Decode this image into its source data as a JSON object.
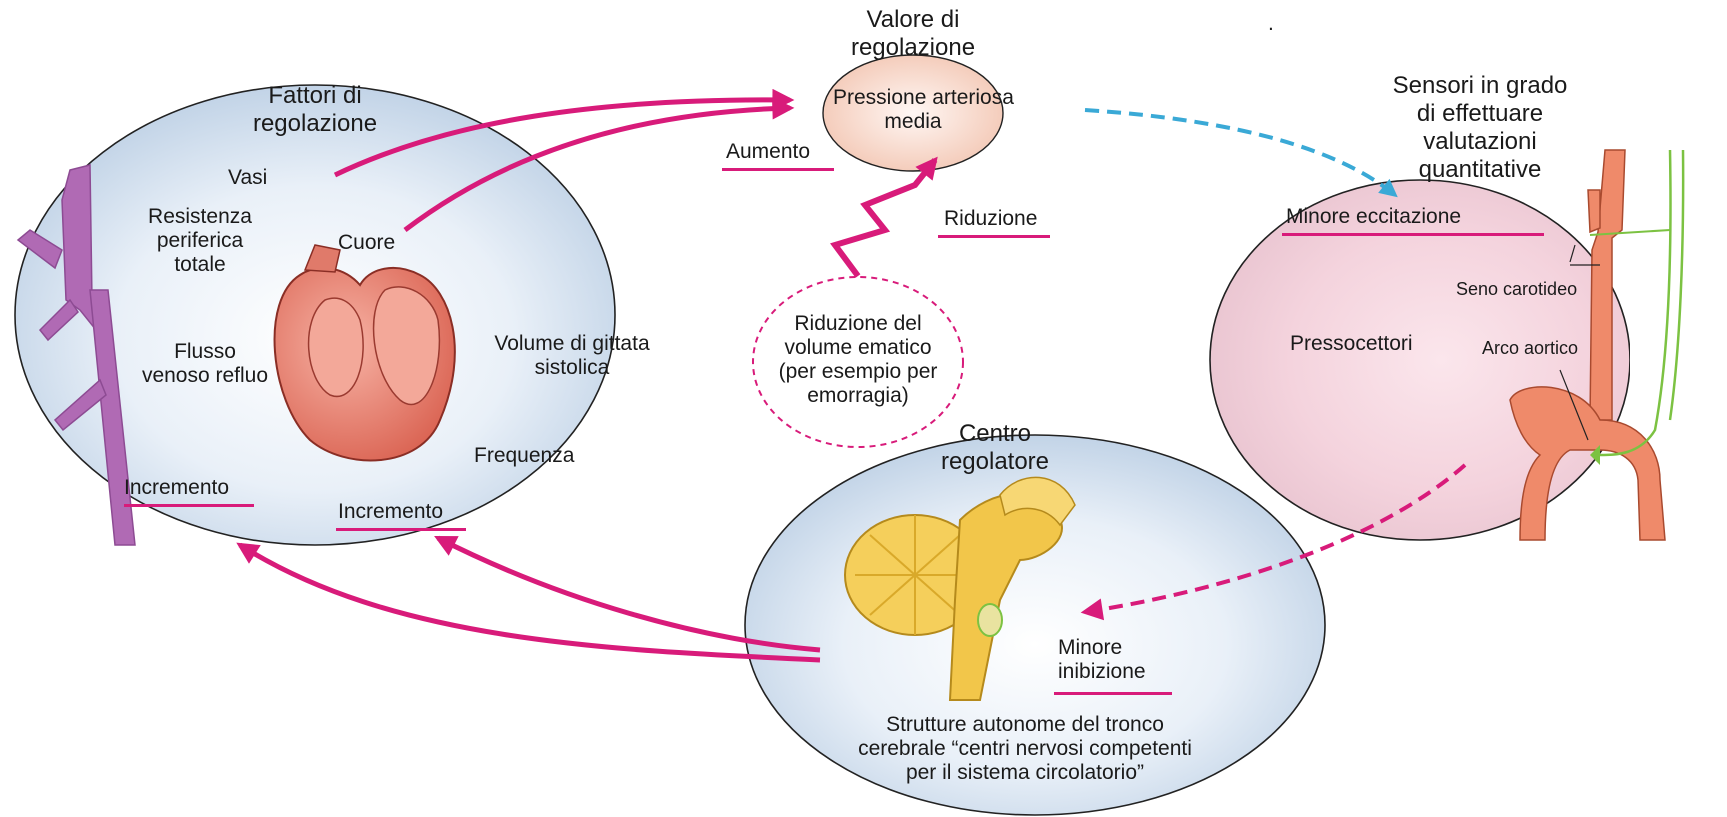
{
  "stray_mark": ".",
  "regulation_factors": {
    "title_line1": "Fattori di",
    "title_line2": "regolazione",
    "vessels": "Vasi",
    "resistance_line1": "Resistenza",
    "resistance_line2": "periferica",
    "resistance_line3": "totale",
    "heart": "Cuore",
    "venous_line1": "Flusso",
    "venous_line2": "venoso refluo",
    "stroke_line1": "Volume di gittata",
    "stroke_line2": "sistolica",
    "rate": "Frequenza",
    "increase_left": "Incremento",
    "increase_heart": "Incremento"
  },
  "set_value": {
    "title_line1": "Valore di",
    "title_line2": "regolazione",
    "content_line1": "Pressione arteriosa",
    "content_line2": "media",
    "increase": "Aumento",
    "reduction": "Riduzione"
  },
  "disturbance": {
    "line1": "Riduzione del",
    "line2": "volume ematico",
    "line3": "(per esempio per",
    "line4": "emorragia)"
  },
  "sensors": {
    "title_line1": "Sensori in grado",
    "title_line2": "di effettuare",
    "title_line3": "valutazioni",
    "title_line4": "quantitative",
    "less_excitation": "Minore eccitazione",
    "baroreceptors": "Pressocettori",
    "carotid_sinus": "Seno carotideo",
    "aortic_arch": "Arco aortico"
  },
  "controller": {
    "title_line1": "Centro",
    "title_line2": "regolatore",
    "less_inhibition_line1": "Minore",
    "less_inhibition_line2": "inibizione",
    "desc_line1": "Strutture autonome del tronco",
    "desc_line2": "cerebrale “centri nervosi competenti",
    "desc_line3": "per il sistema circolatorio”"
  },
  "colors": {
    "arrow_magenta": "#d81b7a",
    "arrow_blue": "#3aa9d6",
    "ellipse_fill": "#e6eef7",
    "set_value_fill": "#f6dccd",
    "heart": "#e8857a",
    "vessel": "#b06ab4",
    "brain": "#f2c64a",
    "artery": "#ef8a6a",
    "nerve": "#7cc242"
  }
}
